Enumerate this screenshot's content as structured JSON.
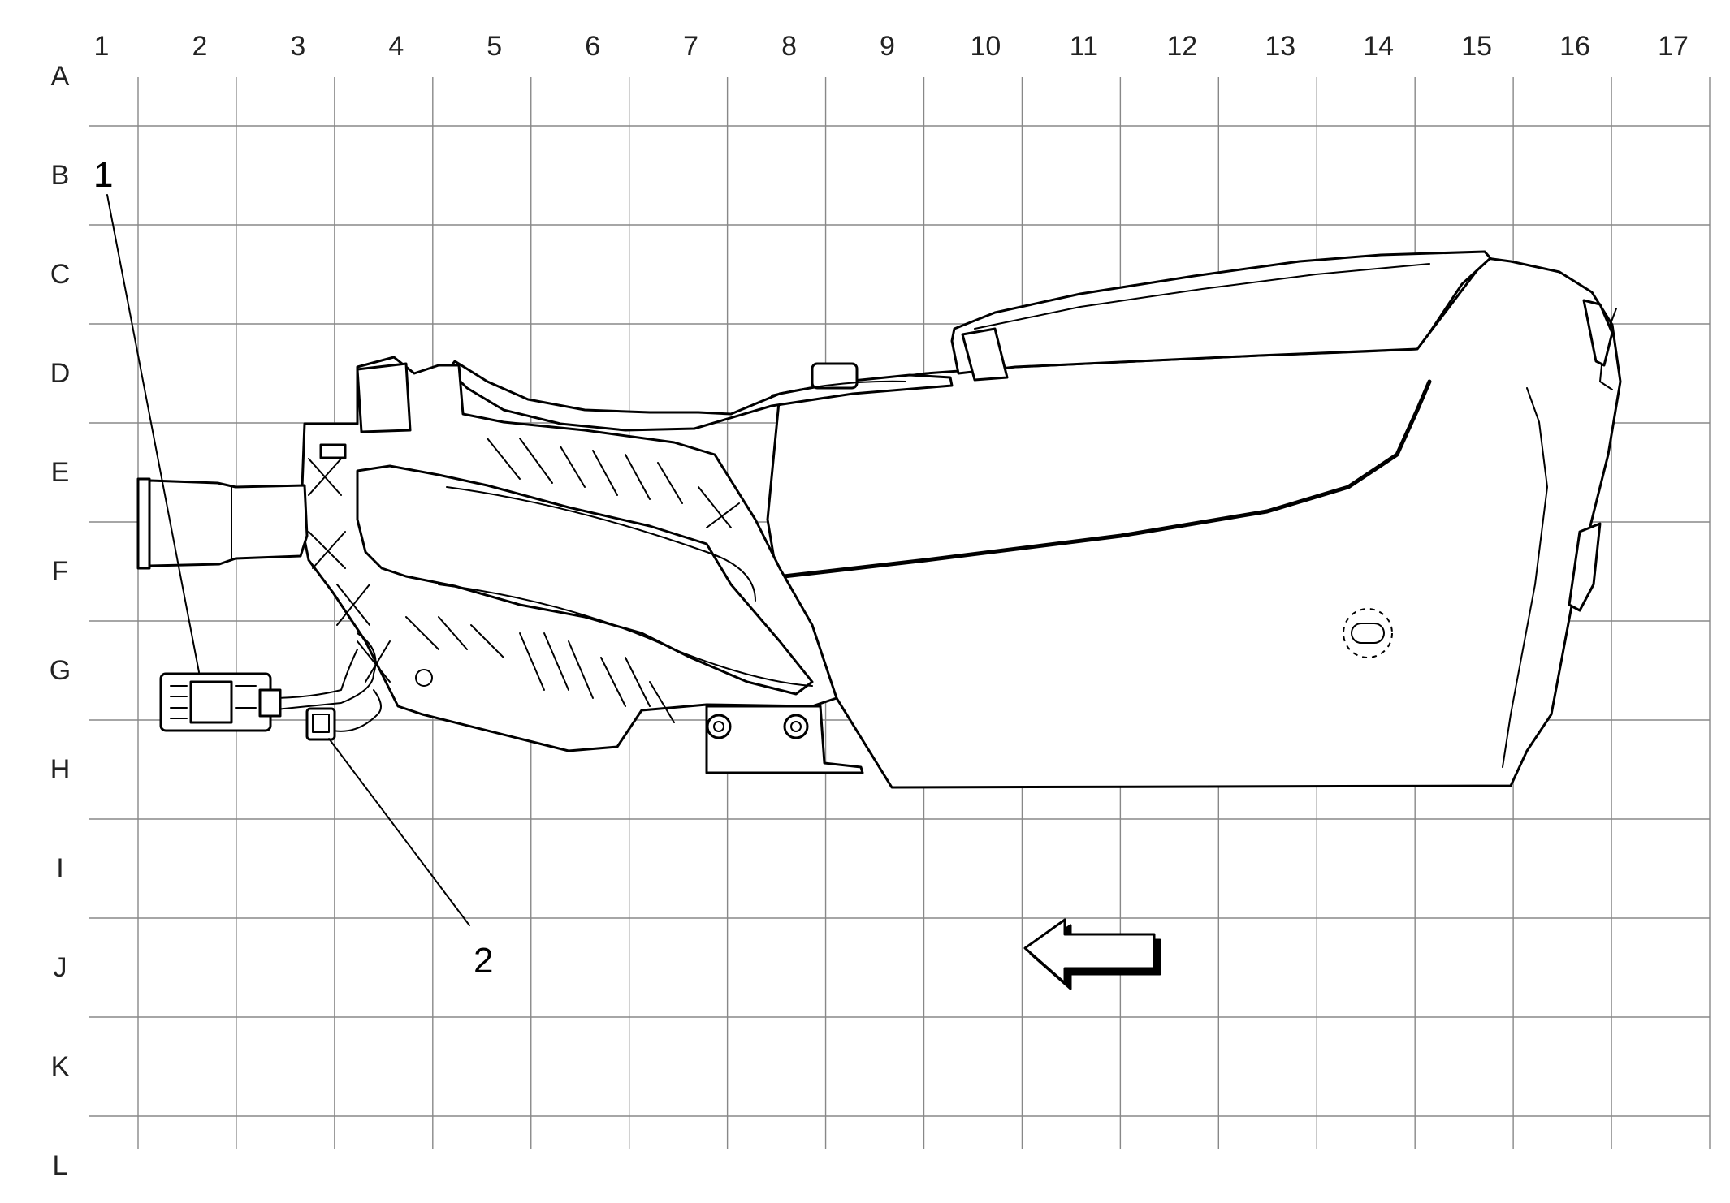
{
  "grid": {
    "columns": [
      "1",
      "2",
      "3",
      "4",
      "5",
      "6",
      "7",
      "8",
      "9",
      "10",
      "11",
      "12",
      "13",
      "14",
      "15",
      "16",
      "17"
    ],
    "rows": [
      "A",
      "B",
      "C",
      "D",
      "E",
      "F",
      "G",
      "H",
      "I",
      "J",
      "K",
      "L"
    ]
  },
  "callouts": [
    {
      "number": "1"
    },
    {
      "number": "2"
    }
  ],
  "direction_arrow": {
    "pointing": "left"
  },
  "colors": {
    "line": "#000000",
    "grid": "#888888",
    "background": "#ffffff"
  }
}
